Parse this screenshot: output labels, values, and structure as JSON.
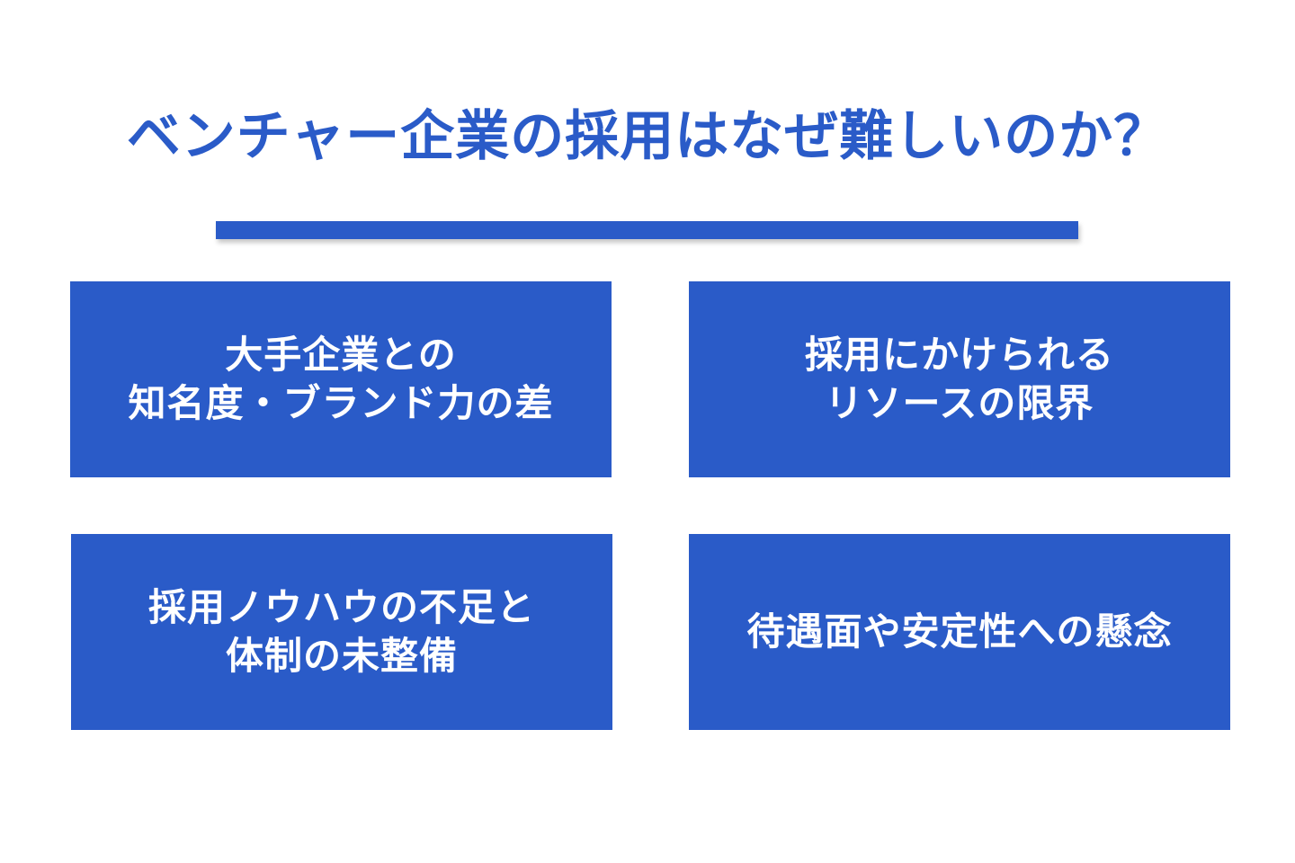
{
  "title": "ベンチャー企業の採用はなぜ難しいのか？",
  "colors": {
    "accent": "#2a5bc8",
    "background": "#ffffff",
    "card_text": "#ffffff"
  },
  "cards": [
    {
      "text": "大手企業との\n知名度・ブランド力の差"
    },
    {
      "text": "採用にかけられる\nリソースの限界"
    },
    {
      "text": "採用ノウハウの不足と\n体制の未整備"
    },
    {
      "text": "待遇面や安定性への懸念"
    }
  ]
}
